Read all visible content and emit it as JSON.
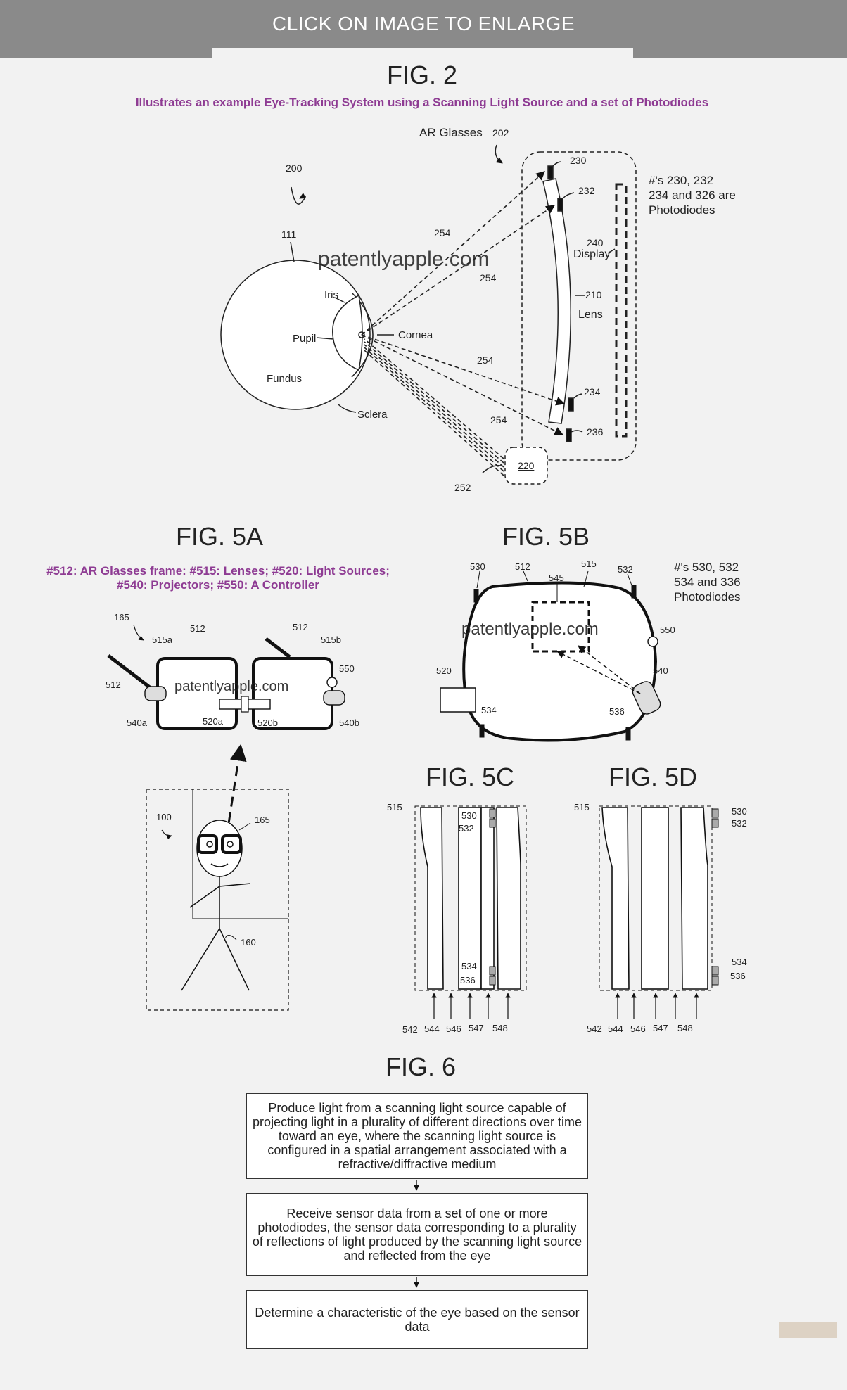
{
  "banner": {
    "text": "CLICK ON IMAGE TO ENLARGE"
  },
  "fig2": {
    "title": "FIG. 2",
    "caption": "Illustrates an example Eye-Tracking System using a Scanning Light Source and a set of Photodiodes",
    "labels": {
      "ar_glasses": "AR Glasses",
      "ref_202": "202",
      "ref_200": "200",
      "ref_111": "111",
      "iris": "Iris",
      "pupil": "Pupil",
      "cornea": "Cornea",
      "fundus": "Fundus",
      "sclera": "Sclera",
      "ref_254": "254",
      "ref_230": "230",
      "ref_232": "232",
      "ref_234": "234",
      "ref_236": "236",
      "ref_240": "240",
      "display": "Display",
      "ref_210": "210",
      "lens": "Lens",
      "ref_220": "220",
      "ref_252": "252",
      "note_line1": "#'s 230, 232",
      "note_line2": "234 and 326 are",
      "note_line3": "Photodiodes",
      "watermark": "patentlyapple.com"
    }
  },
  "fig5a": {
    "title": "FIG. 5A",
    "caption_line1": "#512: AR Glasses frame: #515: Lenses; #520: Light Sources;",
    "caption_line2": "#540: Projectors; #550: A Controller",
    "labels": {
      "ref_165": "165",
      "ref_512": "512",
      "ref_515a": "515a",
      "ref_515b": "515b",
      "ref_550": "550",
      "ref_540a": "540a",
      "ref_540b": "540b",
      "ref_520a": "520a",
      "ref_520b": "520b",
      "ref_100": "100",
      "ref_160": "160",
      "watermark": "patentlyapple.com"
    }
  },
  "fig5b": {
    "title": "FIG. 5B",
    "labels": {
      "ref_530": "530",
      "ref_512": "512",
      "ref_515": "515",
      "ref_532": "532",
      "ref_545": "545",
      "ref_550": "550",
      "ref_520": "520",
      "ref_540": "540",
      "ref_534": "534",
      "ref_536": "536",
      "note_line1": "#'s 530, 532",
      "note_line2": "534 and 336",
      "note_line3": "Photodiodes",
      "watermark": "patentlyapple.com"
    }
  },
  "fig5c": {
    "title": "FIG. 5C",
    "labels": {
      "ref_515": "515",
      "ref_530": "530",
      "ref_532": "532",
      "ref_534": "534",
      "ref_536": "536",
      "ref_542": "542",
      "ref_544": "544",
      "ref_546": "546",
      "ref_547": "547",
      "ref_548": "548"
    }
  },
  "fig5d": {
    "title": "FIG. 5D",
    "labels": {
      "ref_515": "515",
      "ref_530": "530",
      "ref_532": "532",
      "ref_534": "534",
      "ref_536": "536",
      "ref_542": "542",
      "ref_544": "544",
      "ref_546": "546",
      "ref_547": "547",
      "ref_548": "548"
    }
  },
  "fig6": {
    "title": "FIG. 6",
    "steps": [
      "Produce light from a scanning light source capable of projecting light in a plurality of different directions over time toward an eye, where the scanning light source is configured in a spatial arrangement associated with a refractive/diffractive medium",
      "Receive sensor data from a set of one or more photodiodes, the sensor data corresponding to a plurality of reflections of light produced by the scanning light source and reflected from the eye",
      "Determine a characteristic of the eye based on the sensor data"
    ]
  }
}
